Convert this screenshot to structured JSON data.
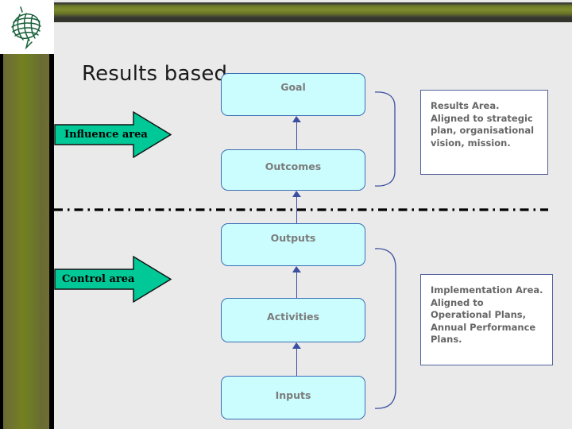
{
  "slide": {
    "title": "Results based",
    "background_color": "#eaeaea"
  },
  "branding": {
    "logo_name": "green-globe-swirl-logo",
    "top_band_color": "#7d8c2e",
    "side_band_color": "#74801f"
  },
  "results_chain": {
    "box_fill_color": "#ccfdfe",
    "box_border_color": "#3a6eb5",
    "label_color": "#7b7b7b",
    "connector_color": "#3b4fa0",
    "boxes": [
      {
        "id": "goal",
        "label": "Goal"
      },
      {
        "id": "outcomes",
        "label": "Outcomes"
      },
      {
        "id": "outputs",
        "label": "Outputs"
      },
      {
        "id": "activities",
        "label": "Activities"
      },
      {
        "id": "inputs",
        "label": "Inputs"
      }
    ]
  },
  "scope_arrows": {
    "fill_color": "#00c896",
    "items": [
      {
        "id": "influence",
        "label": "Influence area"
      },
      {
        "id": "control",
        "label": "Control area"
      }
    ]
  },
  "notes": {
    "border_color": "#53629c",
    "text_color": "#666666",
    "results": {
      "text": "Results Area.\nAligned to strategic\nplan, organisational\nvision, mission."
    },
    "implementation": {
      "text": "Implementation Area.\n Aligned to\nOperational Plans,\nAnnual Performance\nPlans."
    }
  },
  "divider": {
    "style": "dash-dot",
    "color": "#000000"
  }
}
